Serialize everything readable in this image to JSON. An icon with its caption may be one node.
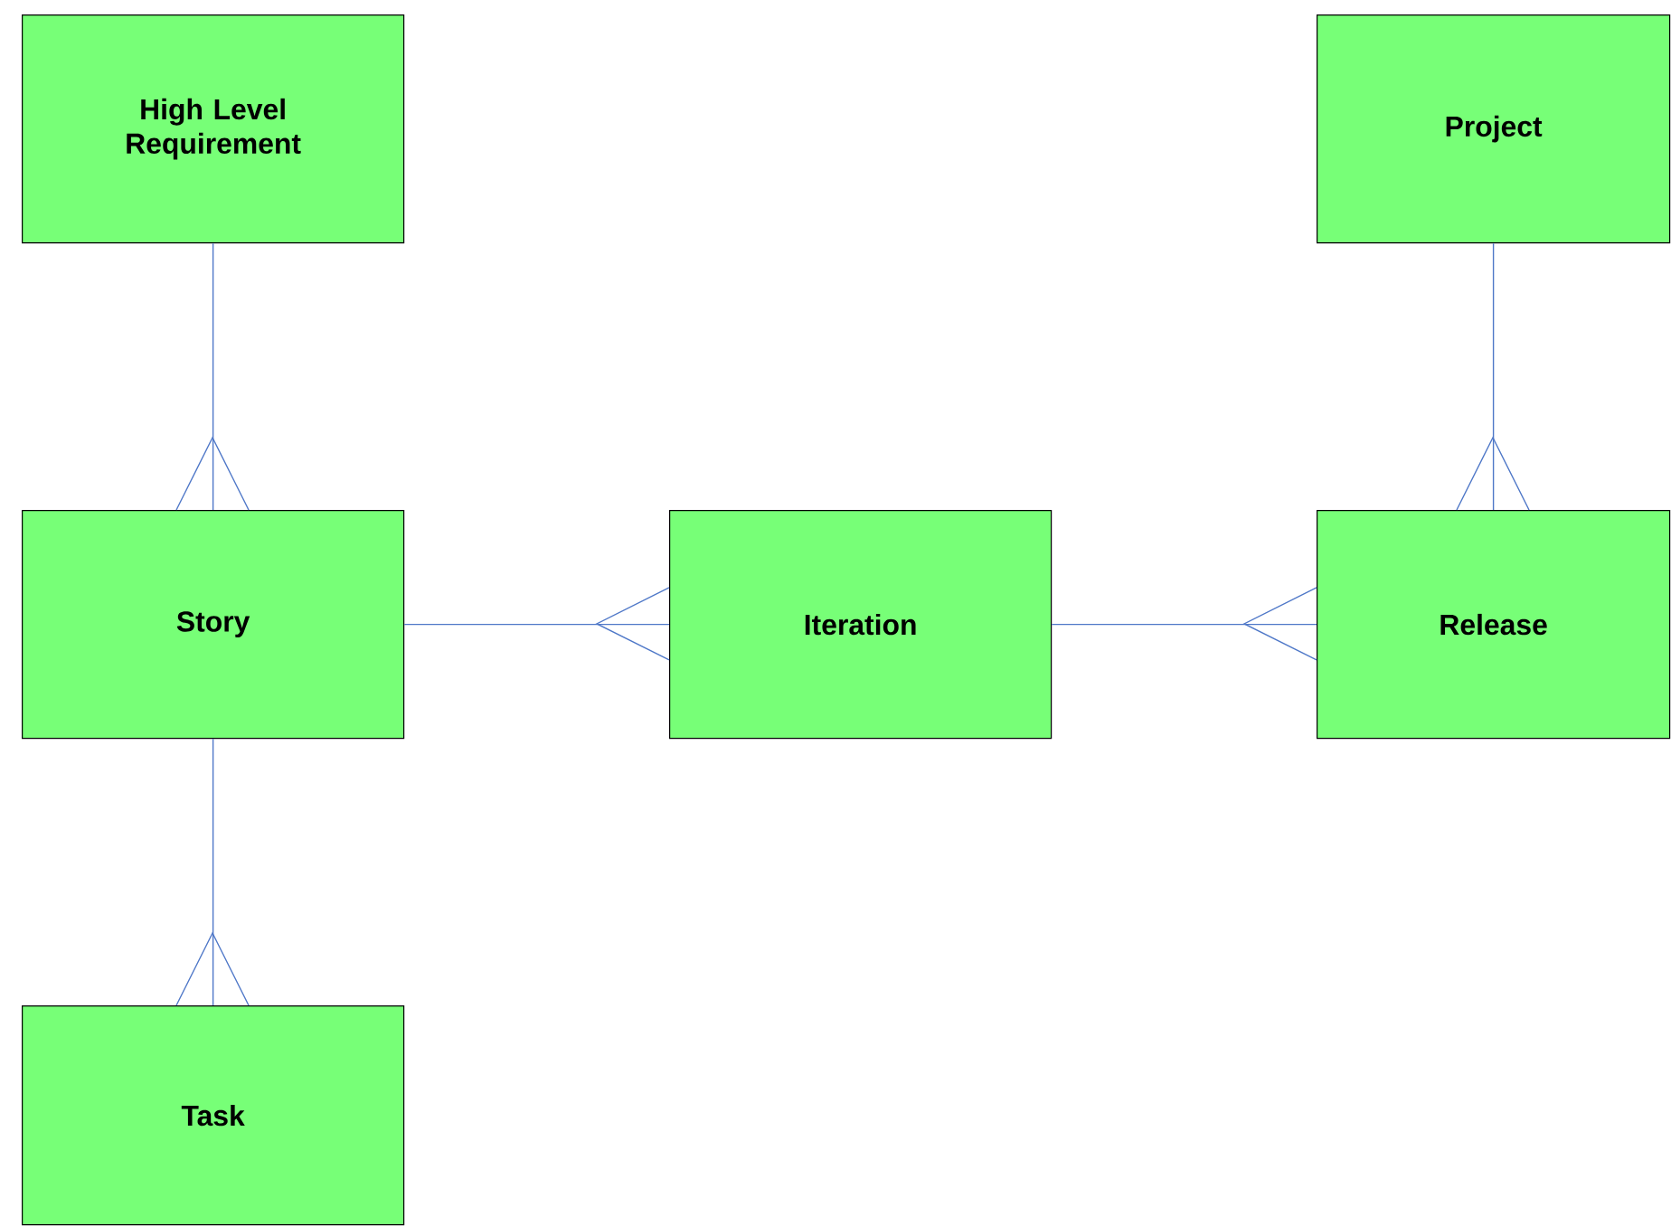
{
  "diagram": {
    "nodes": [
      {
        "text": [
          "High Level Requirement"
        ]
      },
      {
        "text": [
          "Project"
        ]
      },
      {
        "text": [
          "Story"
        ]
      },
      {
        "text": [
          "Iteration"
        ]
      },
      {
        "text": [
          "Release"
        ]
      },
      {
        "text": [
          "Task"
        ]
      }
    ],
    "edges": [
      {
        "from": 0,
        "to": 2,
        "arrow": "other"
      },
      {
        "from": 1,
        "to": 4,
        "arrow": "other"
      },
      {
        "from": 2,
        "to": 3,
        "arrow": "other"
      },
      {
        "from": 3,
        "to": 4,
        "arrow": "other"
      },
      {
        "from": 2,
        "to": 5,
        "arrow": "other"
      }
    ]
  }
}
